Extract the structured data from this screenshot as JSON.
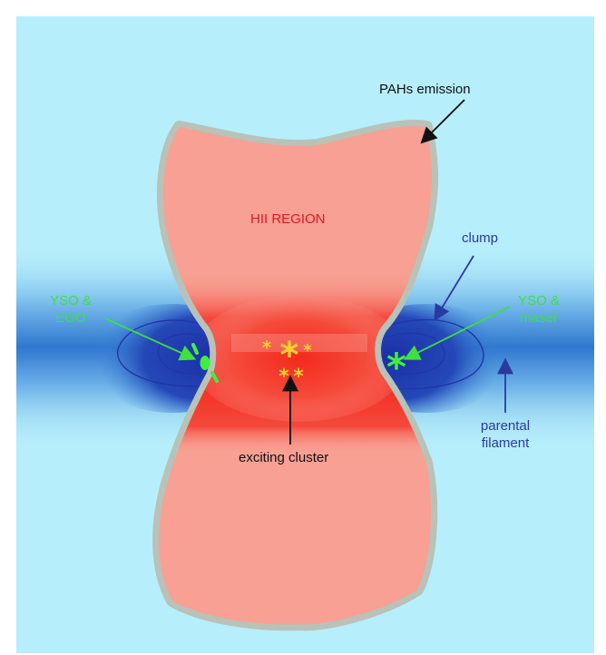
{
  "labels": {
    "pahs": "PAHs emission",
    "hii": "HII  REGION",
    "clump": "clump",
    "yso_ego": [
      "YSO &",
      "EGO"
    ],
    "yso_maser": [
      "YSO &",
      "maser"
    ],
    "parental": [
      "parental",
      "filament"
    ],
    "cluster": "exciting cluster"
  },
  "colors": {
    "sky": "#b7eefb",
    "filament": "#3f86d6",
    "clump": "#1f3fb0",
    "hii": "#f7a093",
    "hii_core": "#f5281f",
    "pah_rim": "#b8c2b8",
    "stars": "#f8d030",
    "yso": "#3ef03e",
    "label_green": "#3ee03e",
    "label_blue": "#2a3aa0",
    "label_red": "#e01a20",
    "label_black": "#111111"
  }
}
